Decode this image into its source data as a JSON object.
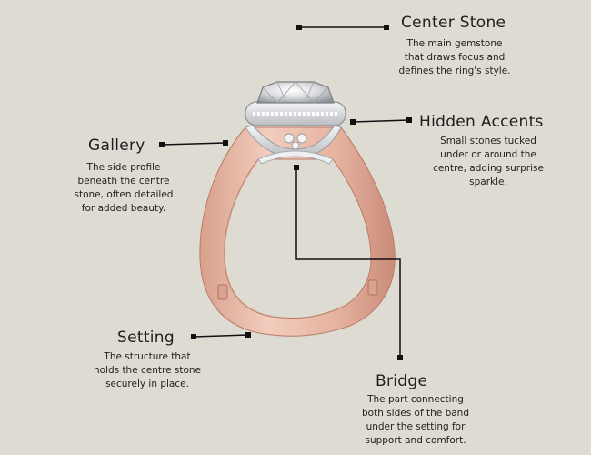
{
  "labels": {
    "center_stone": {
      "title": "Center Stone",
      "description": "The main gemstone\nthat draws focus and\ndefines the ring's style."
    },
    "hidden_accents": {
      "title": "Hidden Accents",
      "description": "Small stones tucked\nunder or around the\ncentre, adding surprise\nsparkle."
    },
    "gallery": {
      "title": "Gallery",
      "description": "The side profile\nbeneath the centre\nstone, often detailed\nfor added beauty."
    },
    "setting": {
      "title": "Setting",
      "description": "The structure that\nholds the centre stone\nsecurely in place."
    },
    "bridge": {
      "title": "Bridge",
      "description": "The part connecting\nboth sides of the band\nunder the setting for\nsupport and comfort."
    }
  },
  "colors": {
    "background": "#dedbd3",
    "band_rose_gold": "#e9b9a6",
    "band_shadow": "#c98c79",
    "platinum": "#e4e5e7",
    "diamond": "#f4f5f7",
    "leader_line": "#111111"
  }
}
